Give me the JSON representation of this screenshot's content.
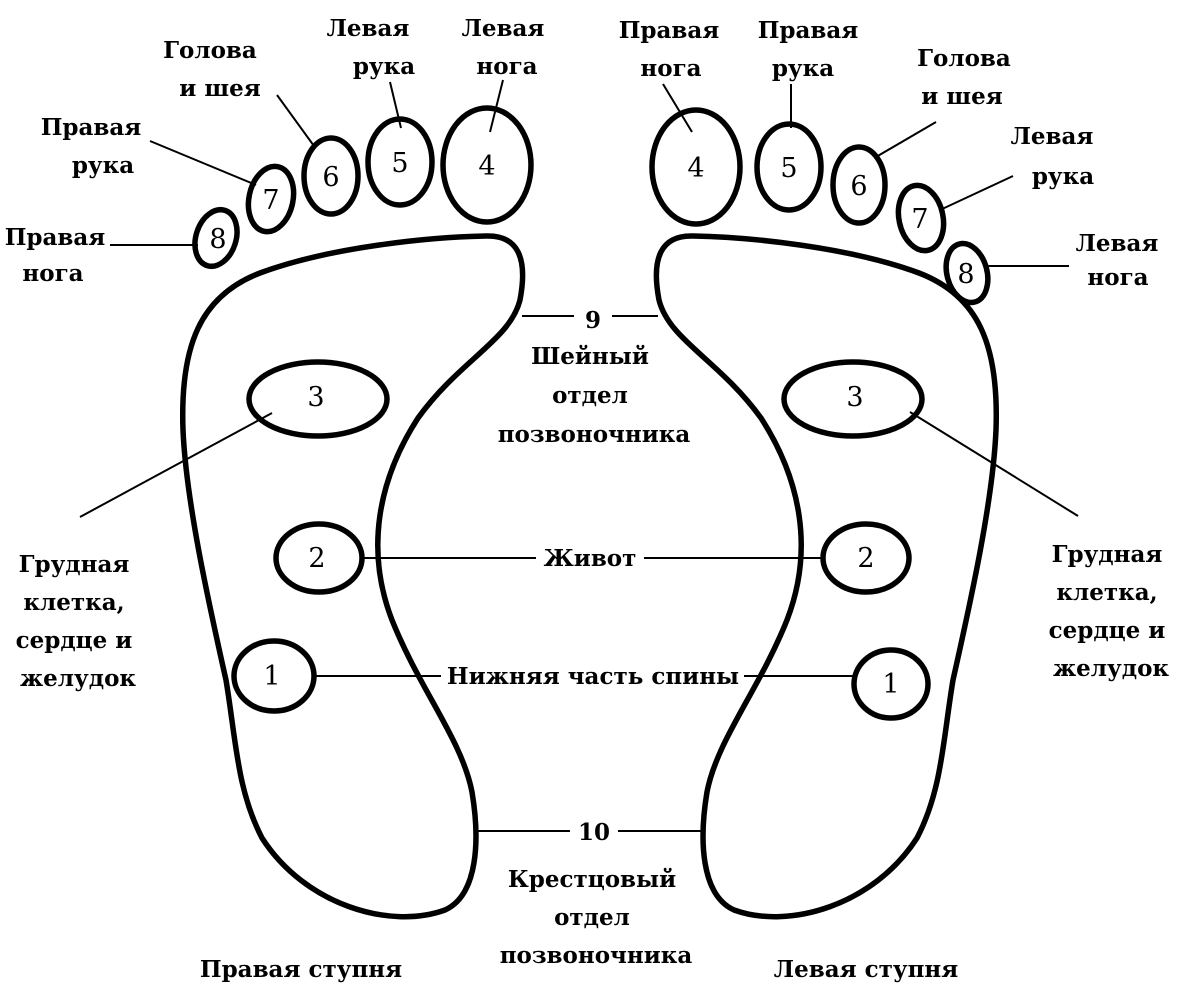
{
  "numbers": {
    "n1": "1",
    "n2": "2",
    "n3": "3",
    "n4": "4",
    "n5": "5",
    "n6": "6",
    "n7": "7",
    "n8": "8",
    "n9": "9",
    "n10": "10"
  },
  "right_foot": {
    "caption": "Правая ступня",
    "toe4": [
      "Левая",
      "нога"
    ],
    "toe5": [
      "Левая",
      "рука"
    ],
    "toe6": [
      "Голова",
      "и шея"
    ],
    "toe7": [
      "Правая",
      "рука"
    ],
    "toe8": [
      "Правая",
      "нога"
    ],
    "zone3": [
      "Грудная",
      "клетка,",
      "сердце и",
      "желудок"
    ]
  },
  "left_foot": {
    "caption": "Левая ступня",
    "toe4": [
      "Правая",
      "нога"
    ],
    "toe5": [
      "Правая",
      "рука"
    ],
    "toe6": [
      "Голова",
      "и шея"
    ],
    "toe7": [
      "Левая",
      "рука"
    ],
    "toe8": [
      "Левая",
      "нога"
    ],
    "zone3": [
      "Грудная",
      "клетка,",
      "сердце и",
      "желудок"
    ]
  },
  "center": {
    "cervical": [
      "Шейный",
      "отдел",
      "позвоночника"
    ],
    "belly": "Живот",
    "lower_back": "Нижняя часть спины",
    "sacral": [
      "Крестцовый",
      "отдел",
      "позвоночника"
    ]
  }
}
